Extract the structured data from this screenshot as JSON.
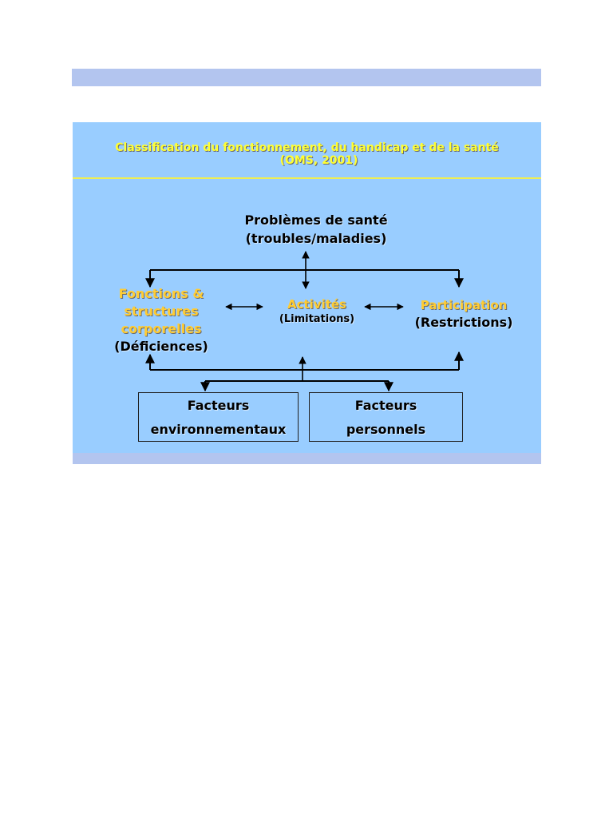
{
  "slide": {
    "title_line1": "Classification du fonctionnement, du handicap et de la santé",
    "title_line2": "(OMS, 2001)"
  },
  "diagram": {
    "health": {
      "line1": "Problèmes de santé",
      "line2": "(troubles/maladies)"
    },
    "functions": {
      "line1": "Fonctions &",
      "line2": "structures",
      "line3": "corporelles",
      "line4": "(Déficiences)"
    },
    "activities": {
      "line1": "Activités",
      "line2": "(Limitations)"
    },
    "participation": {
      "line1": "Participation",
      "line2": "(Restrictions)"
    },
    "env_factors": {
      "line1": "Facteurs",
      "line2": "environnementaux"
    },
    "personal_factors": {
      "line1": "Facteurs",
      "line2": "personnels"
    }
  },
  "colors": {
    "slide_background": "#99cdff",
    "band": "#b3c5ef",
    "title_text": "#ffff33",
    "highlight_text": "#ffcc33",
    "rule": "#eeee55"
  }
}
